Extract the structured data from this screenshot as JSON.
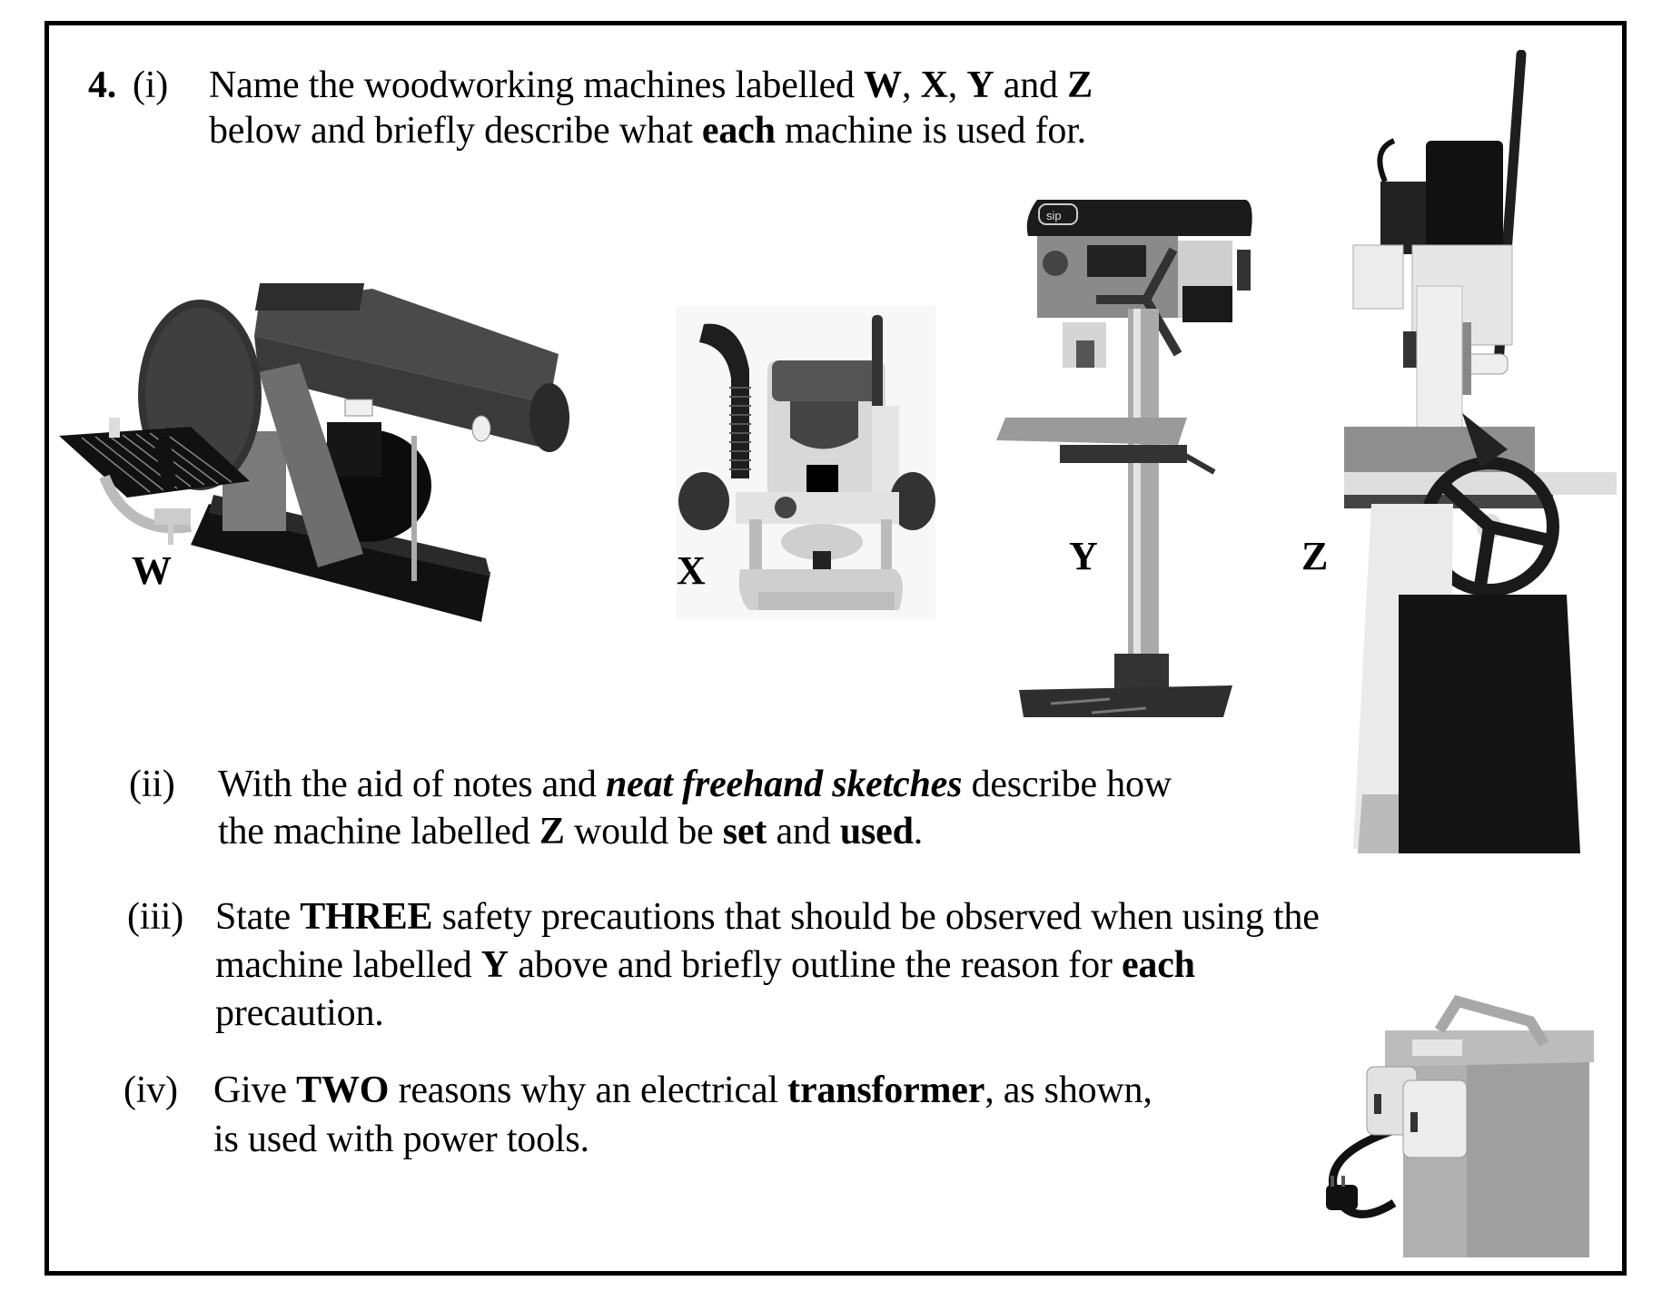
{
  "question": {
    "number": "4.",
    "parts": [
      {
        "id": "(i)",
        "lines": [
          [
            {
              "t": "Name the woodworking machines labelled ",
              "s": "n"
            },
            {
              "t": "W",
              "s": "b"
            },
            {
              "t": ", ",
              "s": "n"
            },
            {
              "t": "X",
              "s": "b"
            },
            {
              "t": ", ",
              "s": "n"
            },
            {
              "t": "Y",
              "s": "b"
            },
            {
              "t": " and ",
              "s": "n"
            },
            {
              "t": "Z",
              "s": "b"
            }
          ],
          [
            {
              "t": "below and briefly describe what ",
              "s": "n"
            },
            {
              "t": "each",
              "s": "b"
            },
            {
              "t": " machine is used for.",
              "s": "n"
            }
          ]
        ]
      },
      {
        "id": "(ii)",
        "lines": [
          [
            {
              "t": "With the aid of notes and ",
              "s": "n"
            },
            {
              "t": "neat freehand sketches",
              "s": "bi"
            },
            {
              "t": " describe how",
              "s": "n"
            }
          ],
          [
            {
              "t": "the machine labelled ",
              "s": "n"
            },
            {
              "t": "Z",
              "s": "b"
            },
            {
              "t": " would be ",
              "s": "n"
            },
            {
              "t": "set",
              "s": "b"
            },
            {
              "t": " and ",
              "s": "n"
            },
            {
              "t": "used",
              "s": "b"
            },
            {
              "t": ".",
              "s": "n"
            }
          ]
        ]
      },
      {
        "id": "(iii)",
        "lines": [
          [
            {
              "t": "State ",
              "s": "n"
            },
            {
              "t": "THREE",
              "s": "b"
            },
            {
              "t": " safety precautions that should be observed when using the",
              "s": "n"
            }
          ],
          [
            {
              "t": "machine labelled ",
              "s": "n"
            },
            {
              "t": "Y",
              "s": "b"
            },
            {
              "t": " above and briefly outline the reason for ",
              "s": "n"
            },
            {
              "t": "each",
              "s": "b"
            }
          ],
          [
            {
              "t": "precaution.",
              "s": "n"
            }
          ]
        ]
      },
      {
        "id": "(iv)",
        "lines": [
          [
            {
              "t": "Give ",
              "s": "n"
            },
            {
              "t": "TWO",
              "s": "b"
            },
            {
              "t": " reasons why an electrical ",
              "s": "n"
            },
            {
              "t": "transformer",
              "s": "b"
            },
            {
              "t": ", as shown,",
              "s": "n"
            }
          ],
          [
            {
              "t": "is used with power tools.",
              "s": "n"
            }
          ]
        ]
      }
    ]
  },
  "figures": {
    "W": {
      "label": "W",
      "depicts": "belt and disc sander"
    },
    "X": {
      "label": "X",
      "depicts": "plunge router"
    },
    "Y": {
      "label": "Y",
      "depicts": "pillar drill",
      "brand_badge": "sip"
    },
    "Z": {
      "label": "Z",
      "depicts": "mortiser"
    },
    "transformer": {
      "label": "",
      "depicts": "110V site transformer"
    }
  }
}
